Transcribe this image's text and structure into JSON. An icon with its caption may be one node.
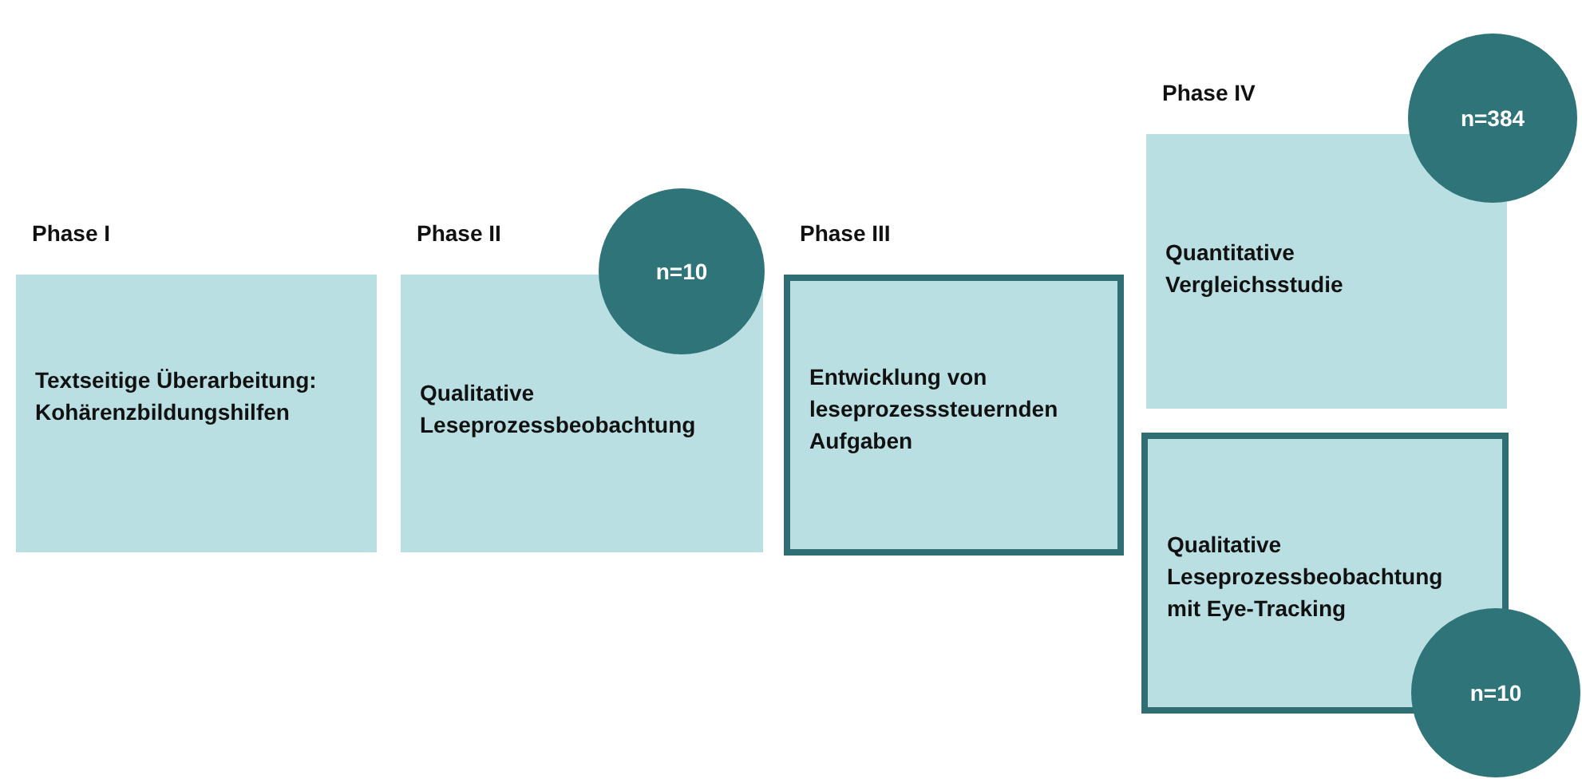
{
  "diagram": {
    "nodes": [
      {
        "text": [
          "Phase I",
          "Textseitige Überarbeitung: Kohärenzbildungshilfen"
        ]
      },
      {
        "text": [
          "Phase II",
          "Qualitative Leseprozessbeobachtung"
        ]
      },
      {
        "text": [
          "n=10"
        ]
      },
      {
        "text": [
          "Phase III",
          "Entwicklung von leseprozesssteuernden Aufgaben"
        ]
      },
      {
        "text": [
          "Phase IV",
          "Quantitative Vergleichsstudie"
        ]
      },
      {
        "text": [
          "n=384"
        ]
      },
      {
        "text": [
          "Qualitative Leseprozessbeobachtung mit Eye-Tracking"
        ]
      },
      {
        "text": [
          "n=10"
        ]
      }
    ]
  }
}
